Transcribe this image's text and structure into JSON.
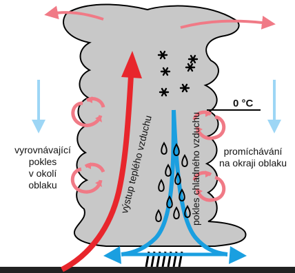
{
  "labels": {
    "warm_air_rise": "výstup teplého vzduchu",
    "cold_air_descent": "pokles chladného vzduchu",
    "compensating_descent": [
      "vyrovnávající",
      "pokles",
      "v okolí",
      "oblaku"
    ],
    "edge_mixing": [
      "promíchávání",
      "na okraji oblaku"
    ],
    "freezing_level": "0 °C"
  },
  "colors": {
    "cloud_fill": "#c8c8c8",
    "cloud_outline": "#000000",
    "warm_arrow": "#e8262c",
    "cold_arrow": "#1a9fe0",
    "mixing_arrows": "#f07a86",
    "descent_arrows": "#9dd6f5",
    "ground": "#222222"
  },
  "icons": {
    "snow": "snowflake-icon",
    "rain": "raindrop-icon"
  }
}
